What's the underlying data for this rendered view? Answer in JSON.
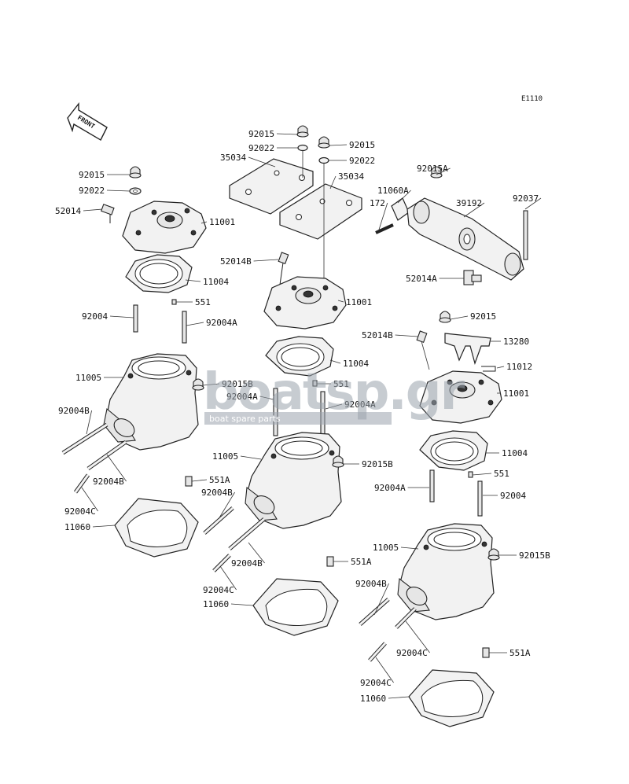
{
  "diagram_code": "E1110",
  "front_label": "FRONT",
  "watermark": {
    "logo_text": "boatsp.gr",
    "tagline": "boat spare parts"
  },
  "callouts": [
    "92015",
    "92022",
    "92015",
    "92022",
    "35034",
    "35034",
    "92015A",
    "11060A",
    "172",
    "39192",
    "92037",
    "92015",
    "92022",
    "52014",
    "11001",
    "11004",
    "92004",
    "551",
    "92004A",
    "11005",
    "92015B",
    "92004B",
    "92004B",
    "92004C",
    "551A",
    "92004B",
    "11060",
    "52014B",
    "11001",
    "11004",
    "551",
    "92004A",
    "92004A",
    "11005",
    "92015B",
    "92004B",
    "92004C",
    "551A",
    "11060",
    "52014A",
    "52014B",
    "92015",
    "13280",
    "11012",
    "11001",
    "11004",
    "551",
    "92004A",
    "92004",
    "11005",
    "92015B",
    "92004B",
    "92004C",
    "551A",
    "92004C",
    "11060"
  ]
}
